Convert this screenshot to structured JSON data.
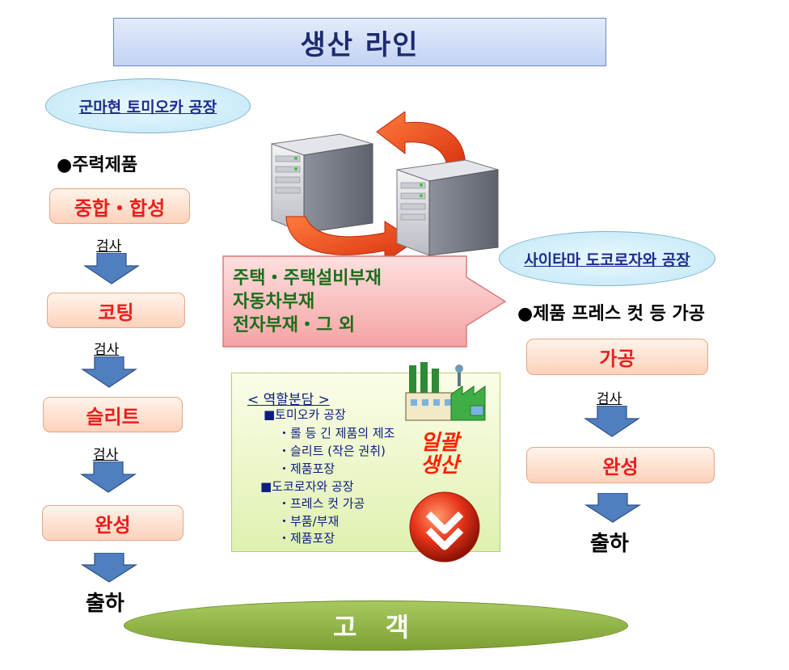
{
  "title": "생산 라인",
  "left_factory": {
    "name": "군마현 토미오카 공장",
    "main_products": "●주력제품",
    "steps": [
      "중합・합성",
      "코팅",
      "슬리트",
      "완성"
    ],
    "inspection": "검사",
    "shipment": "출하"
  },
  "right_factory": {
    "name": "사이타마 도코로자와 공장",
    "process": "●제품 프레스 컷 등 가공",
    "steps": [
      "가공",
      "완성"
    ],
    "inspection": "검사",
    "shipment": "출하"
  },
  "products": [
    "주택・주택설비부재",
    "자동차부재",
    "전자부재・그 외"
  ],
  "roles": {
    "title": "< 역할분담 >",
    "lines": [
      "■토미오카 공장",
      "・롤 등 긴 제품의 제조",
      "・슬리트 (작은 권취)",
      "・제품포장",
      "■도코로자와 공장",
      "・프레스 컷 가공",
      "・부품/부재",
      "・제품포장"
    ]
  },
  "batch_production": [
    "일괄",
    "생산"
  ],
  "customer": "고 객",
  "icons": {
    "servers": "server-pair-icon",
    "cycle": "cycle-arrows-icon",
    "factory": "factory-icon",
    "down": "double-chevron-down-icon"
  },
  "colors": {
    "step_text": "#ee1c1c",
    "products_text": "#1a6e1a",
    "roles_text": "#0b1d80",
    "customer_fill": "#8db243",
    "arrow_blue": "#4f7fbf"
  }
}
